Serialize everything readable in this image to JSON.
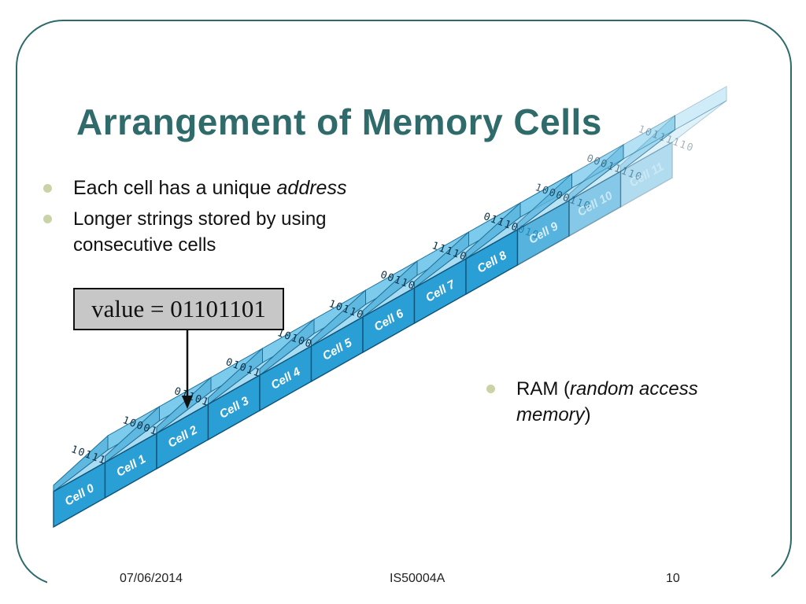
{
  "title": "Arrangement of Memory Cells",
  "bullets": {
    "b1_prefix": "Each cell has a unique ",
    "b1_em": "address",
    "b2": "Longer strings stored by using consecutive cells",
    "ram_prefix": "RAM (",
    "ram_em": "random access memory",
    "ram_suffix": ")"
  },
  "value_label": "value = 01101101",
  "cells": [
    {
      "label": "Cell 0",
      "bits": "10111010"
    },
    {
      "label": "Cell 1",
      "bits": "10001101"
    },
    {
      "label": "Cell 2",
      "bits": "01101101"
    },
    {
      "label": "Cell 3",
      "bits": "01011110"
    },
    {
      "label": "Cell 4",
      "bits": "10100001"
    },
    {
      "label": "Cell 5",
      "bits": "10110001"
    },
    {
      "label": "Cell 6",
      "bits": "00110111"
    },
    {
      "label": "Cell 7",
      "bits": "11110001"
    },
    {
      "label": "Cell 8",
      "bits": "01110010"
    },
    {
      "label": "Cell 9",
      "bits": "10000110"
    },
    {
      "label": "Cell 10",
      "bits": "00011110"
    },
    {
      "label": "Cell 11",
      "bits": "10111110"
    }
  ],
  "footer": {
    "date": "07/06/2014",
    "course": "IS50004A",
    "page": "10"
  },
  "colors": {
    "title": "#2f6b6b",
    "frame": "#2d6a6a",
    "cell_front": "#2a9fd6",
    "cell_floor": "#a8dcf2",
    "cell_back": "#7ccbec",
    "value_box": "#c7c7c7",
    "bullet": "#c9d3a6"
  }
}
